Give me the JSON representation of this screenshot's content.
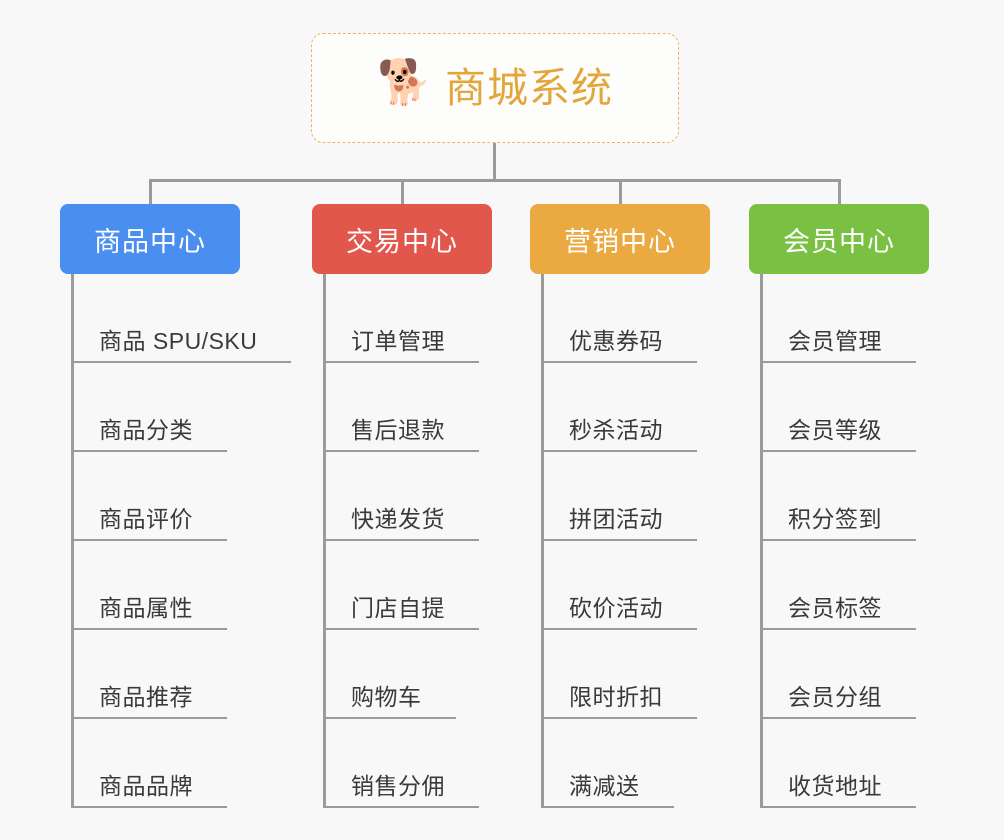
{
  "diagram": {
    "type": "mind-map",
    "background_color": "#f8f8f8",
    "line_color": "#9b9b9b",
    "root": {
      "title": "商城系统",
      "icon": "dog-face-emoji",
      "icon_glyph": "🐕",
      "text_color": "#e3a63c",
      "border_color": "#e8b861",
      "background_color": "#fdfdfb"
    },
    "branches": [
      {
        "label": "商品中心",
        "color": "#4a8ef0",
        "items": [
          "商品 SPU/SKU",
          "商品分类",
          "商品评价",
          "商品属性",
          "商品推荐",
          "商品品牌"
        ]
      },
      {
        "label": "交易中心",
        "color": "#e2574c",
        "items": [
          "订单管理",
          "售后退款",
          "快递发货",
          "门店自提",
          "购物车",
          "销售分佣"
        ]
      },
      {
        "label": "营销中心",
        "color": "#eaa941",
        "items": [
          "优惠券码",
          "秒杀活动",
          "拼团活动",
          "砍价活动",
          "限时折扣",
          "满减送"
        ]
      },
      {
        "label": "会员中心",
        "color": "#7ac143",
        "items": [
          "会员管理",
          "会员等级",
          "积分签到",
          "会员标签",
          "会员分组",
          "收货地址"
        ]
      }
    ]
  }
}
